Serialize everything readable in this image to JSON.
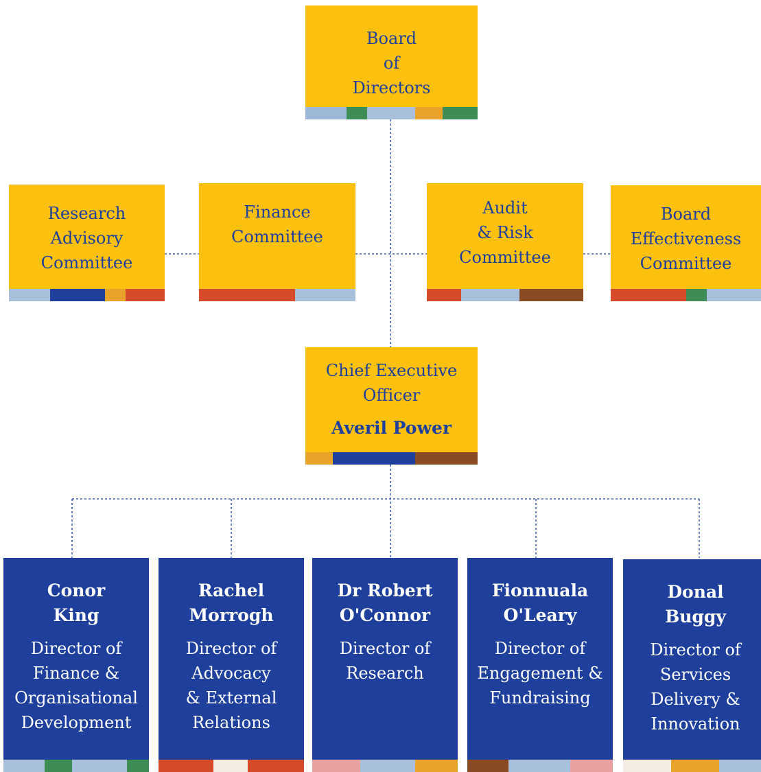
{
  "board": {
    "lines": [
      "Board",
      "of",
      "Directors"
    ]
  },
  "committees": [
    {
      "lines": [
        "Research",
        "Advisory",
        "Committee"
      ]
    },
    {
      "lines": [
        "Finance",
        "Committee"
      ]
    },
    {
      "lines": [
        "Audit",
        "& Risk",
        "Committee"
      ]
    },
    {
      "lines": [
        "Board",
        "Effectiveness",
        "Committee"
      ]
    }
  ],
  "ceo": {
    "title_lines": [
      "Chief Executive",
      "Officer"
    ],
    "name": "Averil Power"
  },
  "directors": [
    {
      "name_lines": [
        "Conor",
        "King"
      ],
      "role_lines": [
        "Director of",
        "Finance &",
        "Organisational",
        "Development"
      ]
    },
    {
      "name_lines": [
        "Rachel",
        "Morrogh"
      ],
      "role_lines": [
        "Director of",
        "Advocacy",
        "& External",
        "Relations"
      ]
    },
    {
      "name_lines": [
        "Dr Robert",
        "O'Connor"
      ],
      "role_lines": [
        "Director of",
        "Research"
      ]
    },
    {
      "name_lines": [
        "Fionnuala",
        "O'Leary"
      ],
      "role_lines": [
        "Director of",
        "Engagement &",
        "Fundraising"
      ]
    },
    {
      "name_lines": [
        "Donal",
        "Buggy"
      ],
      "role_lines": [
        "Director of",
        "Services",
        "Delivery &",
        "Innovation"
      ]
    }
  ],
  "colors": {
    "yellow": "#FCC10E",
    "blue": "#1E3F9C",
    "connector": "#1E3F9C"
  }
}
